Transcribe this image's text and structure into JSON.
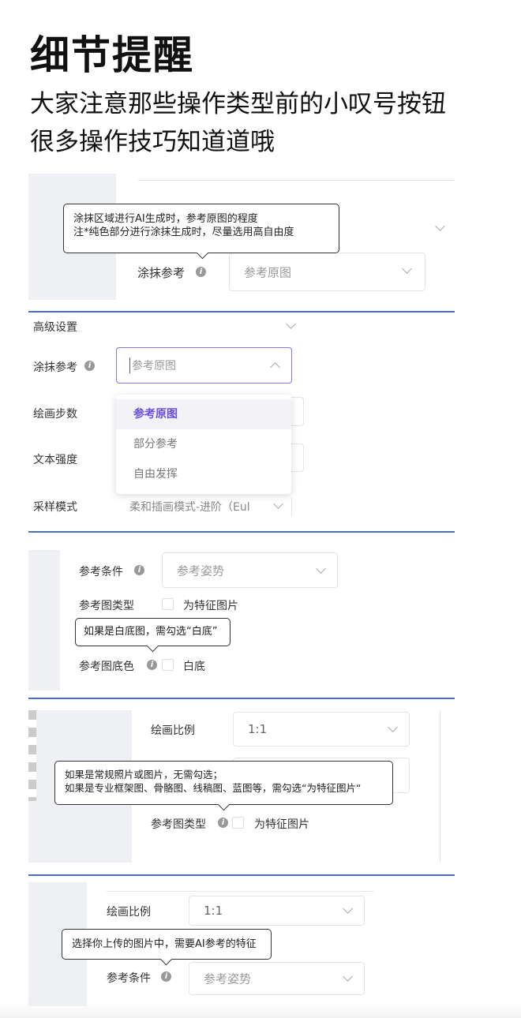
{
  "header": {
    "title": "细节提醒",
    "subtitle_lines": [
      "大家注意那些操作类型前的小叹号按钮",
      "很多操作技巧知道道哦"
    ]
  },
  "panel1": {
    "tooltip_lines": [
      "涂抹区域进行AI生成时，参考原图的程度",
      "注*纯色部分进行涂抹生成时，尽量选用高自由度"
    ],
    "label": "涂抹参考",
    "select_value": "参考原图"
  },
  "panel2": {
    "section": "高级设置",
    "label": "涂抹参考",
    "placeholder": "参考原图",
    "options": [
      "参考原图",
      "部分参考",
      "自由发挥"
    ],
    "selected_option": "参考原图",
    "accent": "#6b4ee0",
    "rows": [
      "绘画步数",
      "文本强度",
      "采样模式"
    ],
    "sampling_value": "柔和插画模式-进阶（Eul"
  },
  "panel3": {
    "condition_label": "参考条件",
    "condition_value": "参考姿势",
    "type_label": "参考图类型",
    "type_checkbox": "为特征图片",
    "tooltip": "如果是白底图，需勾选“白底”",
    "bg_label": "参考图底色",
    "bg_checkbox": "白底"
  },
  "panel4": {
    "ratio_label": "绘画比例",
    "ratio_value": "1:1",
    "tooltip_lines": [
      "如果是常规照片或图片，无需勾选；",
      "如果是专业框架图、骨骼图、线稿图、蓝图等，需勾选“为特征图片“"
    ],
    "type_label": "参考图类型",
    "type_checkbox": "为特征图片"
  },
  "panel5": {
    "ratio_label": "绘画比例",
    "ratio_value": "1:1",
    "tooltip": "选择你上传的图片中，需要AI参考的特征",
    "condition_label": "参考条件",
    "condition_value": "参考姿势"
  }
}
